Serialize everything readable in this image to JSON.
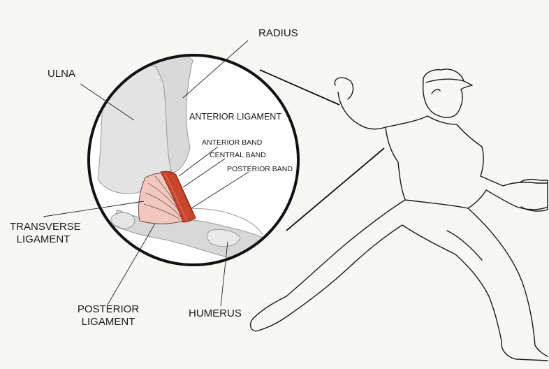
{
  "labels": {
    "radius": "RADIUS",
    "ulna": "ULNA",
    "anterior_ligament": "ANTERIOR LIGAMENT",
    "anterior_band": "ANTERIOR BAND",
    "central_band": "CENTRAL BAND",
    "posterior_band": "POSTERIOR BAND",
    "transverse_ligament_1": "TRANSVERSE",
    "transverse_ligament_2": "LIGAMENT",
    "posterior_ligament_1": "POSTERIOR",
    "posterior_ligament_2": "LIGAMENT",
    "humerus": "HUMERUS"
  },
  "colors": {
    "background": "#f7f7f5",
    "outline": "#111111",
    "bone_fill": "#dcdcdc",
    "ligament_pink": "#f2c7bd",
    "band_red": "#c8452e",
    "band_dark": "#8e2a1a"
  }
}
